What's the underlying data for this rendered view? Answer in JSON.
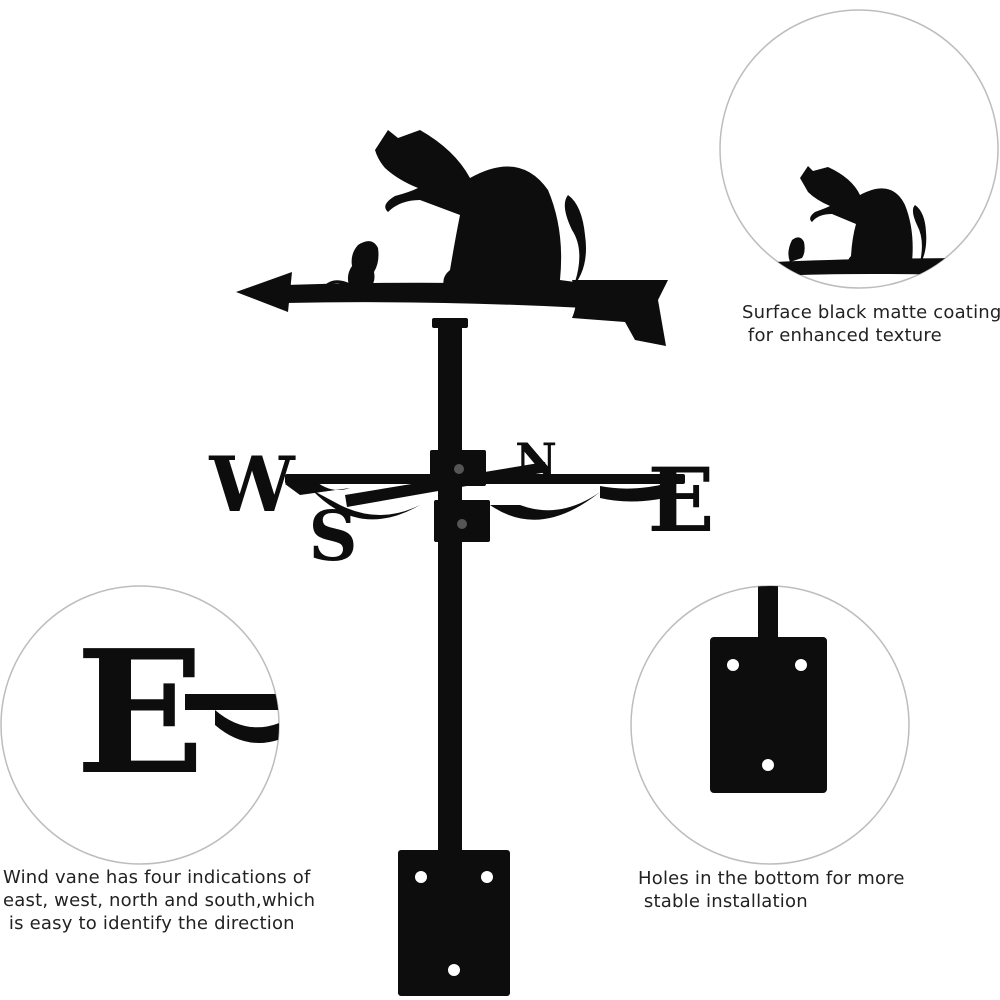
{
  "captions": {
    "coating": "Surface black matte coating\n for enhanced texture",
    "directions": "Wind vane has four indications of\neast, west, north and south,which\n is easy to identify the direction",
    "holes": "Holes in the bottom for more\n stable installation"
  },
  "compass": {
    "west": "W",
    "east": "E",
    "north": "N",
    "south": "S"
  },
  "zoom_letter": "E",
  "colors": {
    "metal": "#0d0d0d",
    "circle": "#bdbdbd",
    "background": "#ffffff"
  },
  "icons": [
    "cat-silhouette-icon",
    "mouse-silhouette-icon",
    "arrow-icon",
    "mounting-plate-icon"
  ]
}
